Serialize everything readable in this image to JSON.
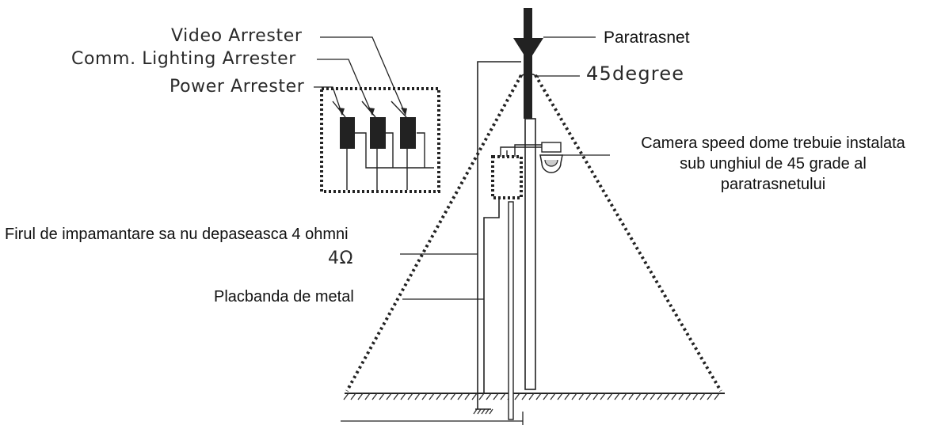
{
  "labels": {
    "video_arrester": "Video Arrester",
    "comm_lighting_arrester": "Comm. Lighting Arrester",
    "power_arrester": "Power Arrester",
    "paratrasnet": "Paratrasnet",
    "angle": "45degree",
    "camera_note_line1": "Camera speed dome trebuie instalata",
    "camera_note_line2": "sub unghiul  de 45 grade al",
    "camera_note_line3": "paratrasnetului",
    "grounding_note": "Firul de impamantare sa nu depaseasca 4 ohmni",
    "resistance": "4Ω",
    "metal_strip": "Placbanda de metal"
  },
  "colors": {
    "ink": "#1a1a1a",
    "background": "#ffffff"
  }
}
